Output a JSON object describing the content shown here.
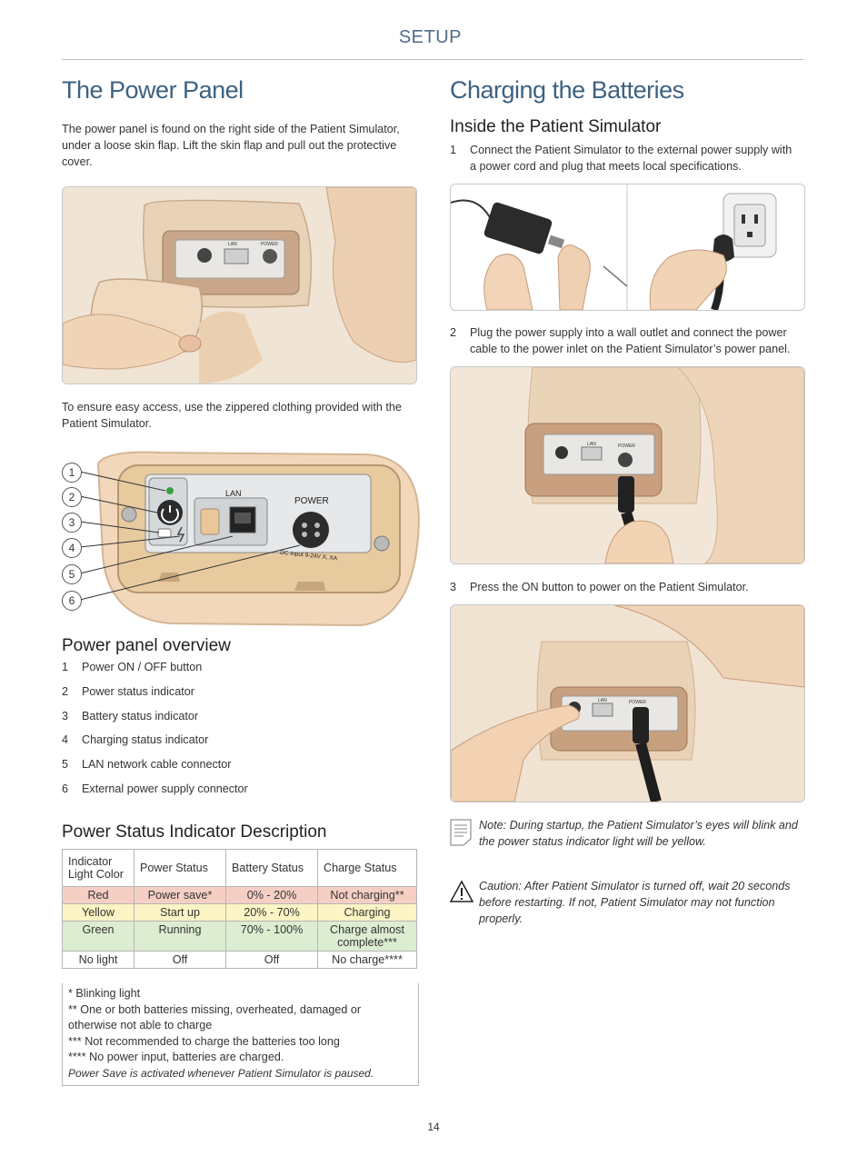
{
  "header": {
    "section": "SETUP"
  },
  "left": {
    "title": "The Power Panel",
    "intro": "The power panel is found on the right side of the Patient Simulator, under a loose skin flap.  Lift the skin flap and pull out the protective cover.",
    "access_text": "To ensure easy access, use the zippered clothing provided with the Patient Simulator.",
    "panel_labels": {
      "lan": "LAN",
      "power": "POWER",
      "dc_input": "DC Input 9-24V X, XA"
    },
    "callouts": [
      "1",
      "2",
      "3",
      "4",
      "5",
      "6"
    ],
    "overview_title": "Power panel overview",
    "overview_items": [
      {
        "n": "1",
        "t": "Power ON / OFF button"
      },
      {
        "n": "2",
        "t": "Power status indicator"
      },
      {
        "n": "3",
        "t": "Battery status indicator"
      },
      {
        "n": "4",
        "t": "Charging status indicator"
      },
      {
        "n": "5",
        "t": "LAN network cable connector"
      },
      {
        "n": "6",
        "t": "External power supply connector"
      }
    ],
    "indicator_title": "Power Status Indicator Description",
    "table": {
      "headers": [
        "Indicator Light Color",
        "Power Status",
        "Battery Status",
        "Charge Status"
      ],
      "rows": [
        {
          "color": "Red",
          "power": "Power save*",
          "battery": "0% - 20%",
          "charge": "Not charging**",
          "bg": "#f6cfc4"
        },
        {
          "color": "Yellow",
          "power": "Start up",
          "battery": "20% - 70%",
          "charge": "Charging",
          "bg": "#fcf4c4"
        },
        {
          "color": "Green",
          "power": "Running",
          "battery": "70% - 100%",
          "charge": "Charge almost complete***",
          "bg": "#dcedd2"
        },
        {
          "color": "No light",
          "power": "Off",
          "battery": "Off",
          "charge": "No charge****",
          "bg": "#ffffff"
        }
      ],
      "footnotes": [
        "* Blinking light",
        "** One or both batteries missing, overheated, damaged or otherwise not able to charge",
        "*** Not recommended to charge the batteries too long",
        "**** No power input, batteries are charged."
      ],
      "footnote_italic": "Power Save is activated whenever Patient Simulator is paused."
    }
  },
  "right": {
    "title": "Charging the Batteries",
    "subtitle": "Inside the Patient Simulator",
    "steps": [
      {
        "n": "1",
        "t": "Connect the Patient Simulator to the external power supply with a power cord and plug that meets local specifications."
      },
      {
        "n": "2",
        "t": "Plug the power supply into a wall outlet and connect the power cable to the power inlet on the Patient Simulator’s power panel."
      },
      {
        "n": "3",
        "t": "Press the ON button to power on the Patient Simulator."
      }
    ],
    "note": "Note: During startup, the Patient Simulator’s eyes will blink and the power status indicator light will be yellow.",
    "caution": "Caution: After Patient Simulator is turned off, wait 20 seconds before restarting. If not, Patient Simulator may not function properly."
  },
  "footer": {
    "page": "14"
  }
}
